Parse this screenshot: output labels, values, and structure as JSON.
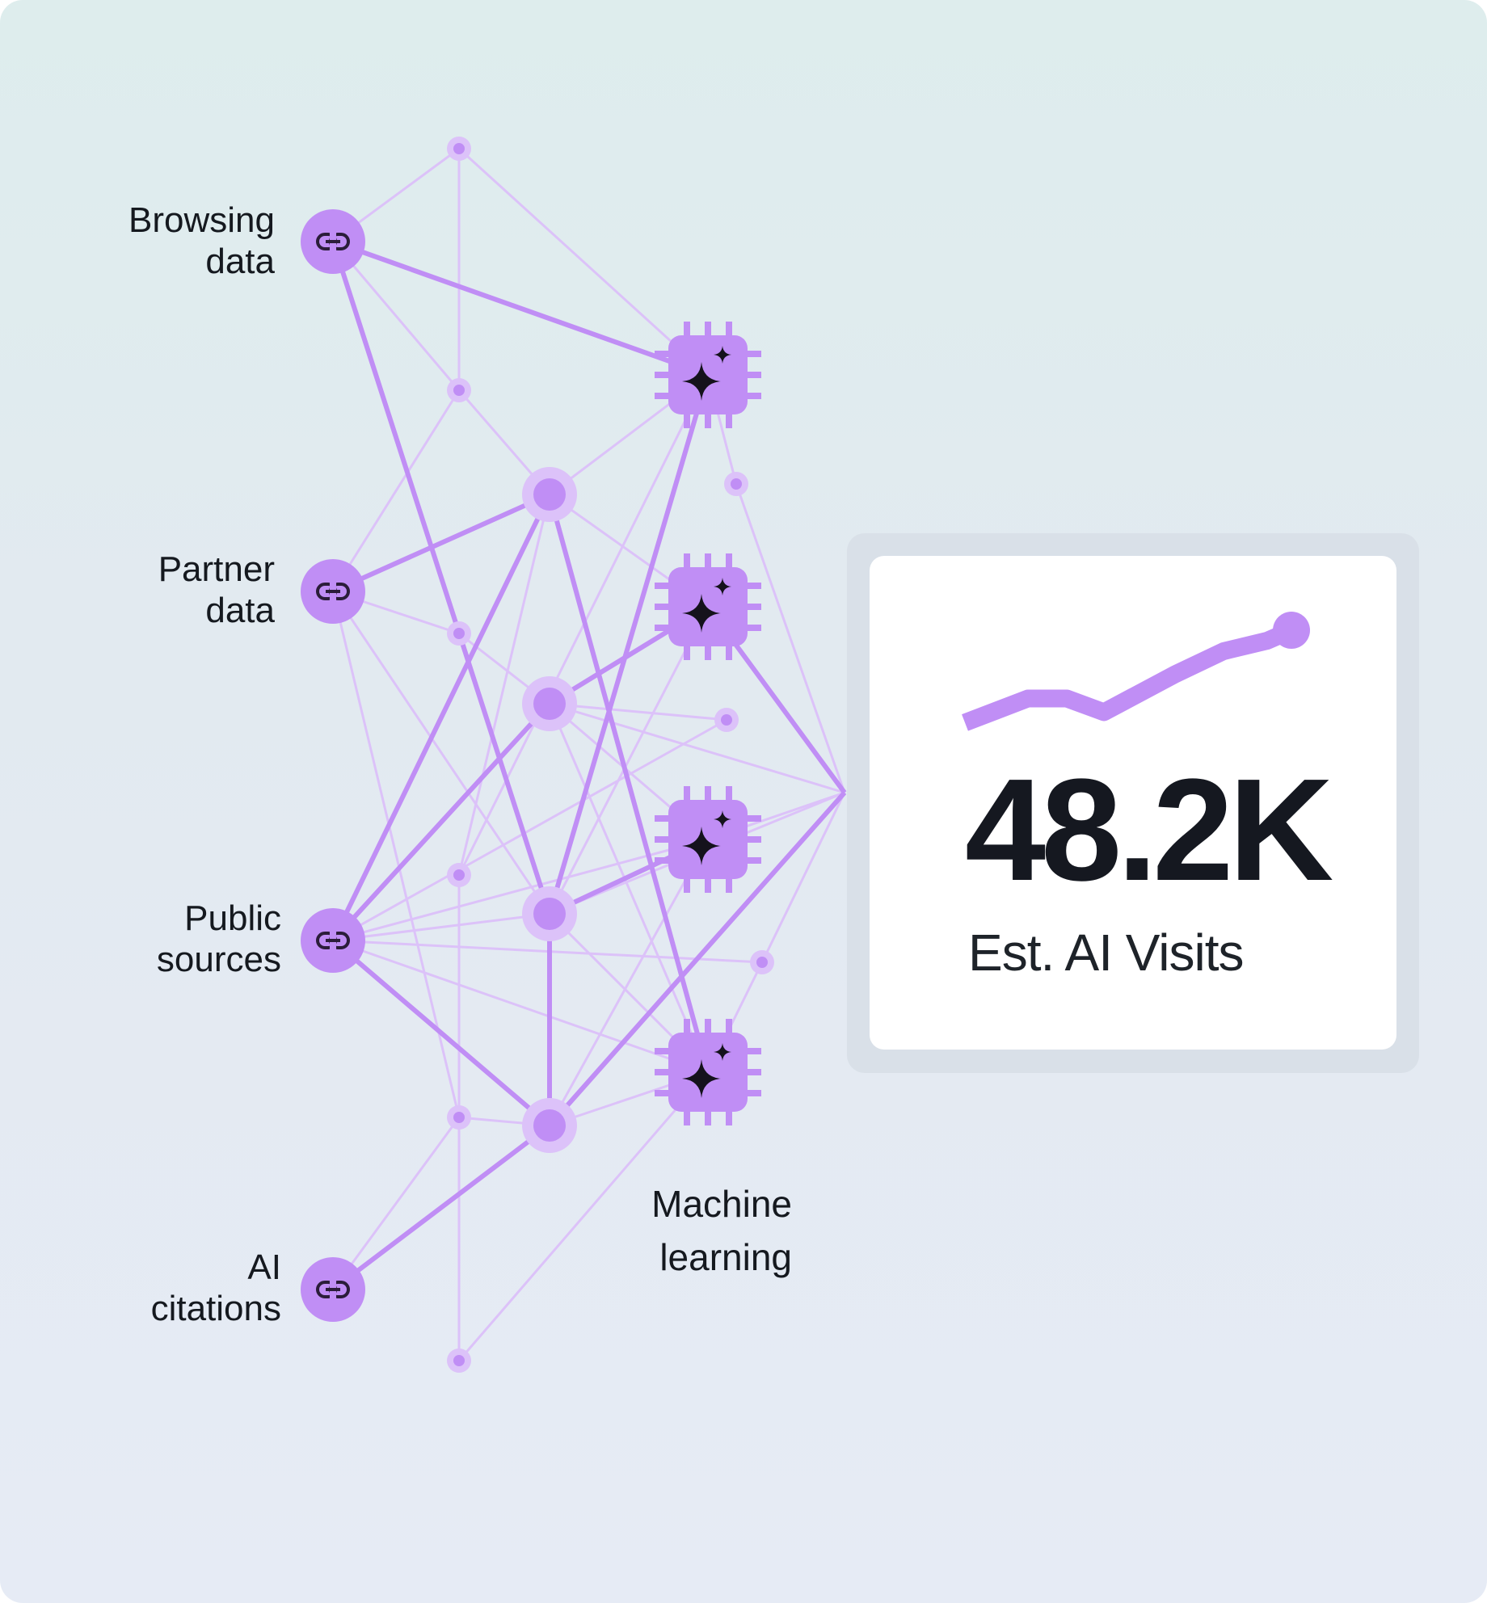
{
  "diagram": {
    "sources": [
      {
        "line1": "Browsing",
        "line2": "data",
        "icon": "link-icon"
      },
      {
        "line1": "Partner",
        "line2": "data",
        "icon": "link-icon"
      },
      {
        "line1": "Public",
        "line2": "sources",
        "icon": "link-icon"
      },
      {
        "line1": "AI",
        "line2": "citations",
        "icon": "link-icon"
      }
    ],
    "processor": {
      "line1": "Machine",
      "line2": "learning",
      "icon": "ai-chip-sparkle-icon"
    }
  },
  "metric_card": {
    "value": "48.2K",
    "caption": "Est. AI Visits",
    "trend": [
      0.12,
      0.35,
      0.35,
      0.22,
      0.58,
      0.8,
      0.9,
      1.0
    ]
  },
  "colors": {
    "accent": "#c08ef5",
    "accent_light": "#dcc2f9",
    "text": "#15191f",
    "card": "#ffffff"
  }
}
